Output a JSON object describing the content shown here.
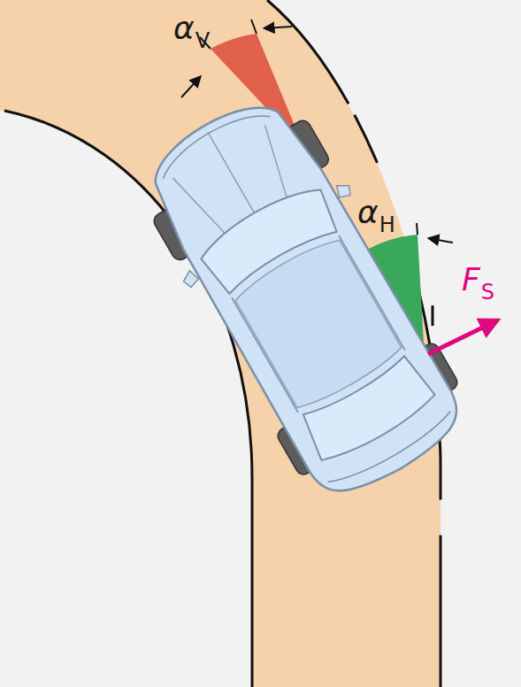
{
  "diagram": {
    "labels": [
      "α",
      "V",
      "α",
      "H",
      "F",
      "S"
    ]
  }
}
